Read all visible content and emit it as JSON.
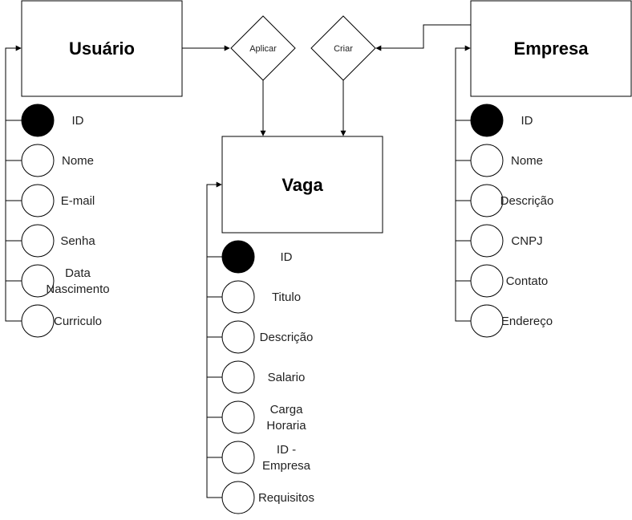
{
  "entities": {
    "usuario": {
      "title": "Usuário",
      "attributes": [
        {
          "label": "ID",
          "key": true
        },
        {
          "label": "Nome",
          "key": false
        },
        {
          "label": "E-mail",
          "key": false
        },
        {
          "label": "Senha",
          "key": false
        },
        {
          "label": [
            "Data",
            "Nascimento"
          ],
          "key": false
        },
        {
          "label": "Curriculo",
          "key": false
        }
      ]
    },
    "vaga": {
      "title": "Vaga",
      "attributes": [
        {
          "label": "ID",
          "key": true
        },
        {
          "label": "Titulo",
          "key": false
        },
        {
          "label": "Descrição",
          "key": false
        },
        {
          "label": "Salario",
          "key": false
        },
        {
          "label": [
            "Carga",
            "Horaria"
          ],
          "key": false
        },
        {
          "label": [
            "ID -",
            "Empresa"
          ],
          "key": false
        },
        {
          "label": "Requisitos",
          "key": false
        }
      ]
    },
    "empresa": {
      "title": "Empresa",
      "attributes": [
        {
          "label": "ID",
          "key": true
        },
        {
          "label": "Nome",
          "key": false
        },
        {
          "label": "Descrição",
          "key": false
        },
        {
          "label": "CNPJ",
          "key": false
        },
        {
          "label": "Contato",
          "key": false
        },
        {
          "label": "Endereço",
          "key": false
        }
      ]
    }
  },
  "relationships": {
    "aplicar": {
      "label": "Aplicar"
    },
    "criar": {
      "label": "Criar"
    }
  },
  "colors": {
    "stroke": "#000000",
    "key_fill": "#000000",
    "attr_fill": "#ffffff"
  }
}
